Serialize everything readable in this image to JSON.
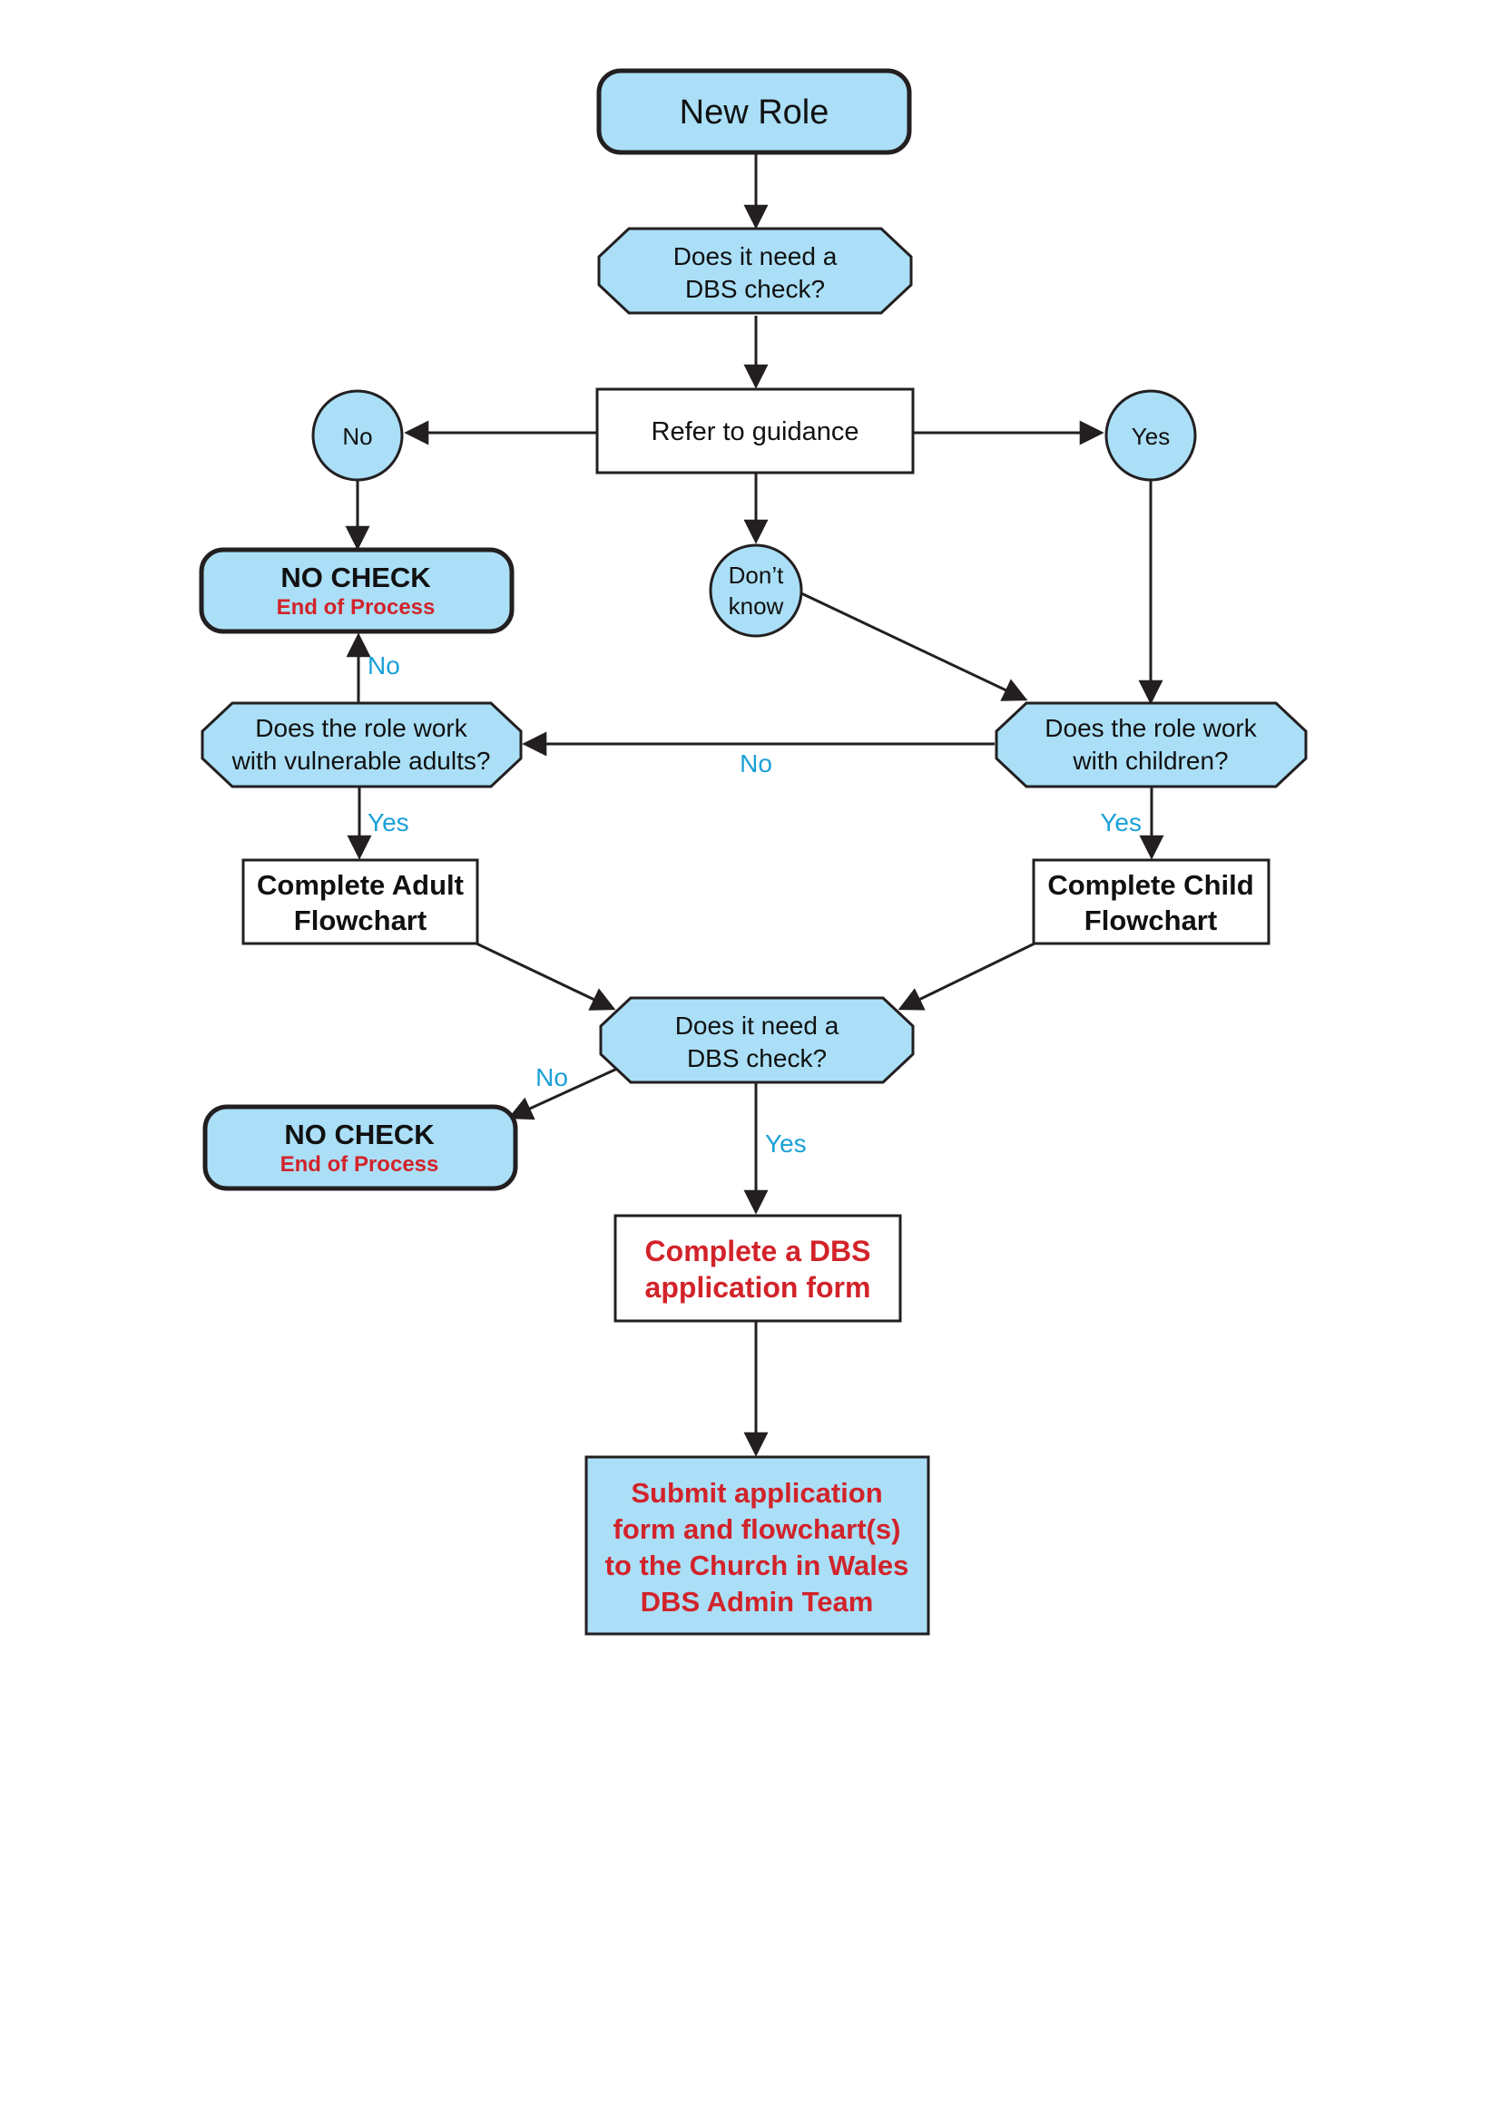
{
  "colors": {
    "node_fill_blue": "#aadff7",
    "node_stroke": "#231f20",
    "label_blue": "#1aa0d8",
    "text_red": "#d2232a",
    "text_dark": "#111111"
  },
  "nodes": {
    "new_role": {
      "label": "New Role"
    },
    "need_dbs_1": {
      "line1": "Does it need a",
      "line2": "DBS check?"
    },
    "refer_guidance": {
      "label": "Refer to guidance"
    },
    "no_circle": {
      "label": "No"
    },
    "yes_circle": {
      "label": "Yes"
    },
    "dont_know": {
      "line1": "Don’t",
      "line2": "know"
    },
    "no_check_1": {
      "title": "NO CHECK",
      "subtitle": "End of Process"
    },
    "vulnerable_adults": {
      "line1": "Does the role work",
      "line2": "with vulnerable adults?"
    },
    "children": {
      "line1": "Does the role work",
      "line2": "with children?"
    },
    "adult_flowchart": {
      "line1": "Complete Adult",
      "line2": "Flowchart"
    },
    "child_flowchart": {
      "line1": "Complete Child",
      "line2": "Flowchart"
    },
    "need_dbs_2": {
      "line1": "Does it need a",
      "line2": "DBS check?"
    },
    "no_check_2": {
      "title": "NO CHECK",
      "subtitle": "End of Process"
    },
    "dbs_form": {
      "line1": "Complete a DBS",
      "line2": "application form"
    },
    "submit": {
      "line1": "Submit application",
      "line2": "form and flowchart(s)",
      "line3": "to the Church in Wales",
      "line4": "DBS Admin Team"
    }
  },
  "edge_labels": {
    "adults_no": "No",
    "children_no": "No",
    "adults_yes": "Yes",
    "children_yes": "Yes",
    "dbs2_no": "No",
    "dbs2_yes": "Yes"
  }
}
